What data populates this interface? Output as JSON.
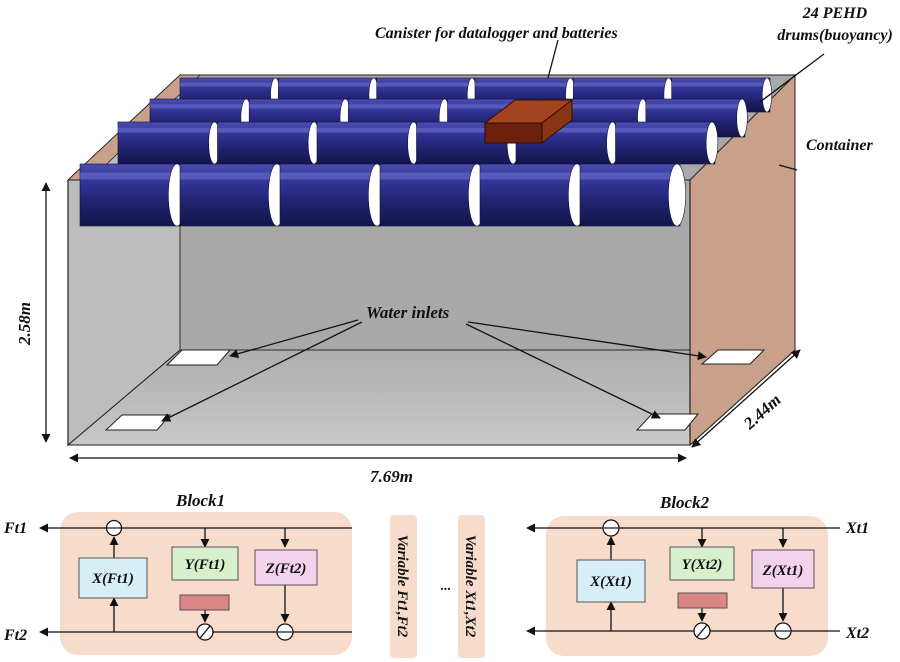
{
  "labels": {
    "canister": "Canister for datalogger and batteries",
    "drums_line1": "24 PEHD",
    "drums_line2": "drums(buoyancy)",
    "container": "Container",
    "water_inlets": "Water inlets",
    "height": "2.58m",
    "width": "2.44m",
    "length": "7.69m"
  },
  "block1": {
    "title": "Block1",
    "input_top": "Ft1",
    "input_bottom": "Ft2",
    "box_x": "X(Ft1)",
    "box_y": "Y(Ft1)",
    "box_z": "Z(Ft2)"
  },
  "variables": {
    "v1": "Variable Ft1,Ft2",
    "v2": "Variable Xt1,Xt2",
    "ellipsis": "..."
  },
  "block2": {
    "title": "Block2",
    "input_top": "Xt1",
    "input_bottom": "Xt2",
    "box_x": "X(Xt1)",
    "box_y": "Y(Xt2)",
    "box_z": "Z(Xt1)"
  },
  "colors": {
    "drum": "#27287a",
    "drum_highlight": "#6b6fc8",
    "container_side": "#c9a089",
    "container_back": "#b0b0b0",
    "floor": "#c4c4c4",
    "canister": "#7a2a12",
    "block_bg": "#f8dccb",
    "box_x": "#d6eef6",
    "box_y": "#d8efcc",
    "box_z": "#f3d3ec",
    "bar": "#d98784"
  }
}
